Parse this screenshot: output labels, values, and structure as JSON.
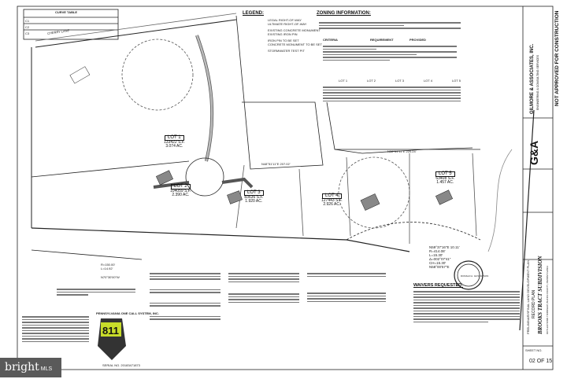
{
  "curve_table": {
    "title": "CURVE TABLE",
    "rows": [
      "C1",
      "C2",
      "C3"
    ]
  },
  "legend": {
    "title": "LEGEND:",
    "items": [
      "LEGAL RIGHT-OF-WAY",
      "ULTIMATE RIGHT-OF-WAY",
      "EXISTING CONCRETE MONUMENT",
      "EXISTING IRON PIN",
      "IRON PIN TO BE SET",
      "CONCRETE MONUMENT TO BE SET",
      "STORMWATER TEST PIT"
    ]
  },
  "zoning": {
    "title": "ZONING INFORMATION:",
    "columns": [
      "CRITERIA",
      "REQUIREMENT",
      "PROVIDED"
    ],
    "lot_headers": [
      "LOT 1",
      "LOT 2",
      "LOT 3",
      "LOT 4",
      "LOT 5"
    ]
  },
  "road": {
    "name": "CHERRY LANE"
  },
  "lots": [
    {
      "label": "LOT 1",
      "area": "133422 S.F.",
      "acres": "3.074 AC."
    },
    {
      "label": "LOT 2",
      "area": "104059 S.F.",
      "acres": "2.390 AC."
    },
    {
      "label": "LOT 3",
      "area": "83636 S.F.",
      "acres": "1.920 AC."
    },
    {
      "label": "LOT 4",
      "area": "127443 S.F.",
      "acres": "2.926 AC."
    },
    {
      "label": "LOT 5",
      "area": "63408 S.F.",
      "acres": "1.457 AC."
    }
  ],
  "bearings": [
    "N38°51'11\"E 220.24'",
    "N48°51'11\"E 207.02'",
    "N59°37'16\"E 10.11'",
    "R=414.08'",
    "L=15.30'",
    "Δ=002°07'41\"",
    "CH=15.30'",
    "N58°00'57\"E",
    "R=150.00'",
    "L=14.92'",
    "N70°30'00\"W"
  ],
  "waivers": {
    "title": "WAIVERS REQUESTED:",
    "count": 12
  },
  "pa_one_call": {
    "title": "PENNSYLVANIA ONE CALL SYSTEM, INC.",
    "logo": "811",
    "serial": "SERIAL NO. 20183471873"
  },
  "title_block": {
    "firm": "GILMORE & ASSOCIATES, INC.",
    "firm_sub": "ENGINEERING & CONSULTING SERVICES",
    "logo": "G&A",
    "plan_type": "PRELIMINARY/FINAL LAND DEVELOPMENT PLAN",
    "plan_name": "RECORD PLAN",
    "project": "BROOKS TRACT SUBDIVISION",
    "location": "DOYLESTOWN TOWNSHIP, BUCKS COUNTY, PENNSYLVANIA",
    "sheet_label": "SHEET NO.",
    "sheet": "02 OF 15",
    "stamp": "NOT APPROVED FOR CONSTRUCTION"
  },
  "seal": {
    "name": "DONALD A. GUSTAVSON"
  },
  "watermark": {
    "brand": "bright",
    "suffix": "MLS"
  }
}
